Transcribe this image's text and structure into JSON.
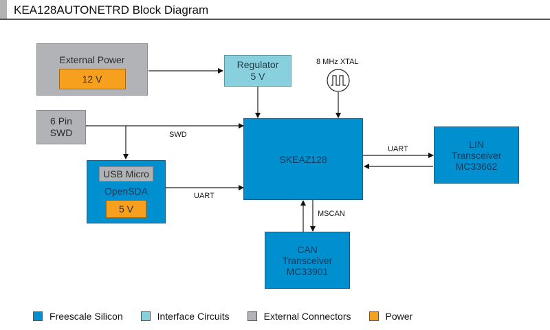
{
  "title": "KEA128AUTONETRD Block Diagram",
  "blocks": {
    "external_power": {
      "label": "External Power",
      "voltage": "12 V"
    },
    "regulator": {
      "line1": "Regulator",
      "line2": "5 V"
    },
    "xtal": {
      "label": "8 MHz XTAL"
    },
    "swd_connector": {
      "line1": "6 Pin",
      "line2": "SWD"
    },
    "opensda": {
      "usb": "USB Micro",
      "label": "OpenSDA",
      "voltage": "5 V"
    },
    "mcu": {
      "label": "SKEAZ128"
    },
    "lin": {
      "line1": "LIN",
      "line2": "Transceiver",
      "line3": "MC33662"
    },
    "can": {
      "line1": "CAN",
      "line2": "Transceiver",
      "line3": "MC33901"
    }
  },
  "connections": {
    "swd": "SWD",
    "uart_opensda": "UART",
    "uart_lin": "UART",
    "mscan": "MSCAN"
  },
  "legend": [
    {
      "label": "Freescale Silicon",
      "color": "#0090cf"
    },
    {
      "label": "Interface Circuits",
      "color": "#88d0de"
    },
    {
      "label": "External Connectors",
      "color": "#b1b3b6"
    },
    {
      "label": "Power",
      "color": "#f7a01e"
    }
  ]
}
